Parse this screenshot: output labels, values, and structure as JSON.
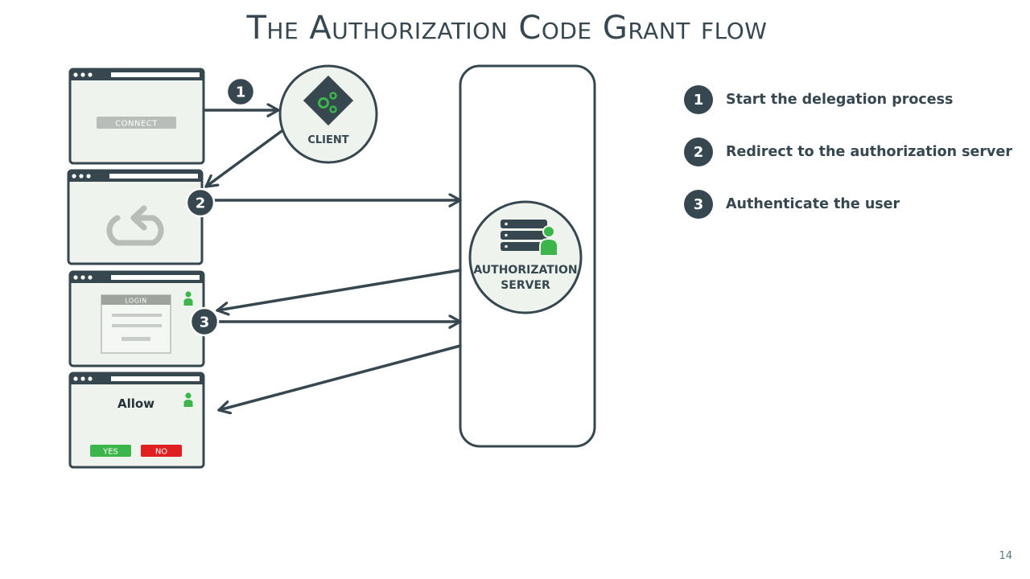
{
  "title": "The Authorization Code Grant flow",
  "client": {
    "label": "CLIENT"
  },
  "auth_server": {
    "label_line1": "AUTHORIZATION",
    "label_line2": "SERVER"
  },
  "screens": {
    "connect_button": "CONNECT",
    "login_header": "LOGIN",
    "allow_title": "Allow",
    "yes_button": "YES",
    "no_button": "NO"
  },
  "step_badges": [
    "1",
    "2",
    "3"
  ],
  "legend": [
    {
      "number": "1",
      "text": "Start the delegation process"
    },
    {
      "number": "2",
      "text": "Redirect to the authorization server"
    },
    {
      "number": "3",
      "text": "Authenticate the user"
    }
  ],
  "page_number": "14",
  "colors": {
    "dark": "#37474f",
    "panel": "#eef3ee",
    "accent_green": "#3cb54a",
    "yes_green": "#3cb54a",
    "no_red": "#e02020",
    "button_gray": "#b9bdb9"
  }
}
